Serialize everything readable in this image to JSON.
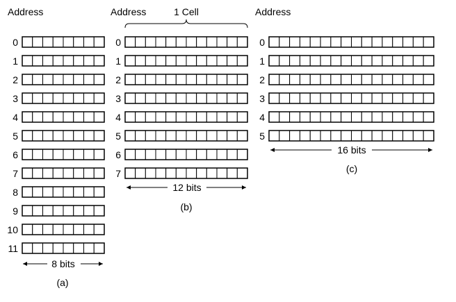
{
  "organizations": [
    {
      "id": "a",
      "address_header": "Address",
      "cells_per_row": 8,
      "addresses": [
        "0",
        "1",
        "2",
        "3",
        "4",
        "5",
        "6",
        "7",
        "8",
        "9",
        "10",
        "11"
      ],
      "width_label": "8 bits",
      "caption": "(a)"
    },
    {
      "id": "b",
      "address_header": "Address",
      "cell_brace_label": "1 Cell",
      "cells_per_row": 12,
      "addresses": [
        "0",
        "1",
        "2",
        "3",
        "4",
        "5",
        "6",
        "7"
      ],
      "width_label": "12 bits",
      "caption": "(b)"
    },
    {
      "id": "c",
      "address_header": "Address",
      "cells_per_row": 16,
      "addresses": [
        "0",
        "1",
        "2",
        "3",
        "4",
        "5"
      ],
      "width_label": "16 bits",
      "caption": "(c)"
    }
  ]
}
